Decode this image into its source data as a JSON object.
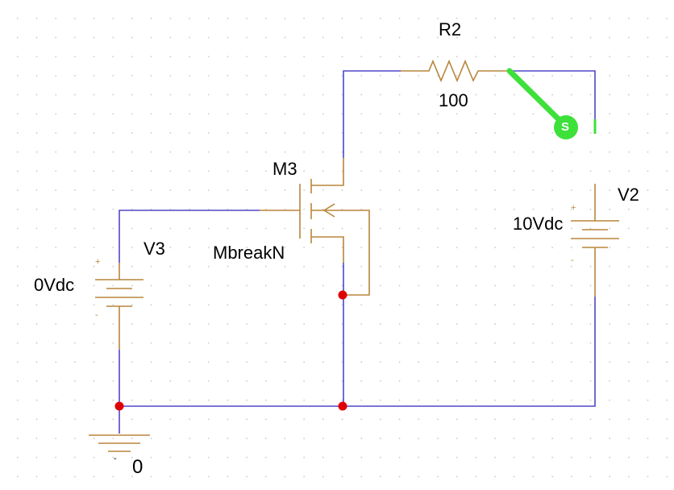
{
  "schematic": {
    "resistor": {
      "ref": "R2",
      "value": "100"
    },
    "mosfet": {
      "ref": "M3",
      "model": "MbreakN"
    },
    "source_left": {
      "ref": "V3",
      "value": "0Vdc",
      "plus": "+",
      "minus": "-"
    },
    "source_right": {
      "ref": "V2",
      "value": "10Vdc",
      "plus": "+",
      "minus": "-"
    },
    "ground": {
      "label": "0",
      "minus": "-"
    },
    "probe": {
      "letter": "S"
    }
  },
  "colors": {
    "wire": "#5046c8",
    "part": "#b8863c",
    "junction": "#e00000",
    "probe": "#3ee03a",
    "grid_dot": "#c8c8c8"
  }
}
